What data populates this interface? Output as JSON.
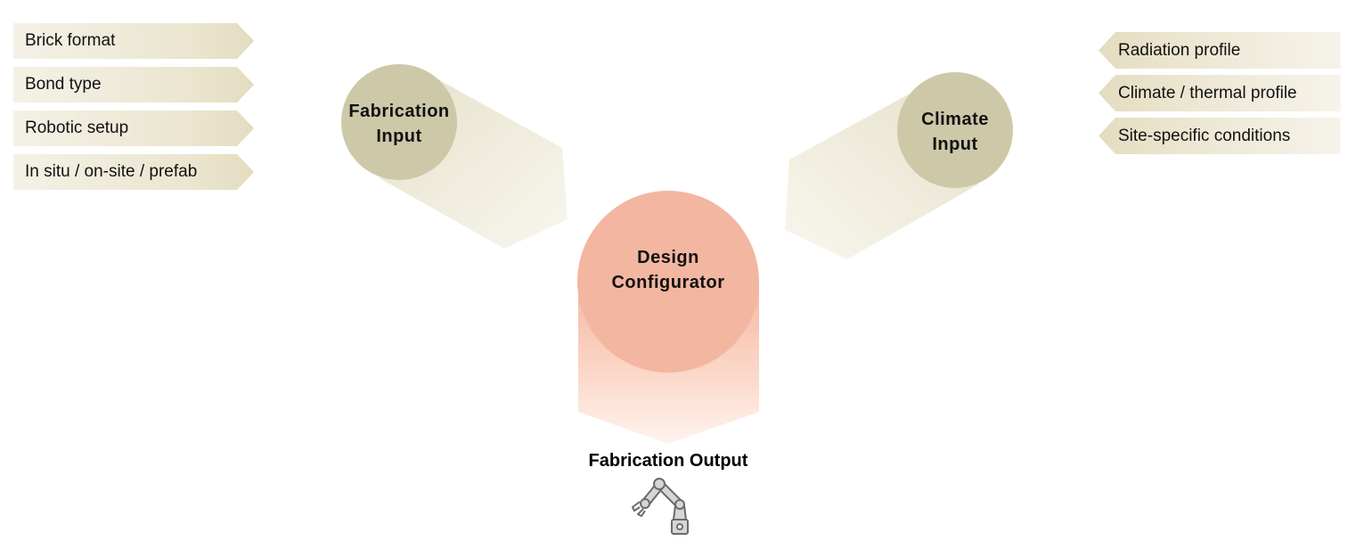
{
  "fabrication_tags": [
    "Brick format",
    "Bond type",
    "Robotic setup",
    "In situ / on-site / prefab"
  ],
  "climate_tags": [
    "Radiation profile",
    "Climate / thermal profile",
    "Site-specific conditions"
  ],
  "nodes": {
    "fabrication_input": {
      "label": "Fabrication\nInput",
      "color": "#cdc8a8"
    },
    "climate_input": {
      "label": "Climate\nInput",
      "color": "#cdc8a8"
    },
    "design_configurator": {
      "label": "Design\nConfigurator",
      "color": "#f3b6a1"
    }
  },
  "output": {
    "label": "Fabrication Output",
    "icon": "robot-arm-icon"
  }
}
